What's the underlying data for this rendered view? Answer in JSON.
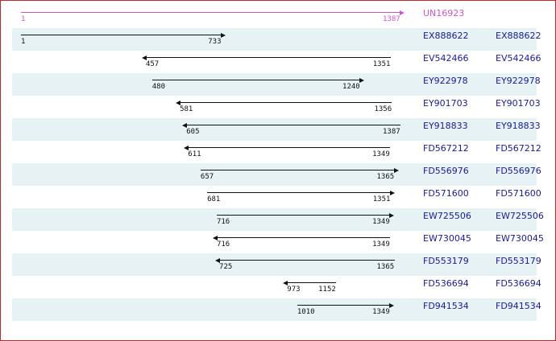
{
  "reference": {
    "accession": "UN16923",
    "start": 1,
    "end": 1387,
    "direction": "right",
    "color": "#cc55cc"
  },
  "scale": {
    "min": 1,
    "max": 1387
  },
  "link_color": "#1a1a9a",
  "alt_row_color": "#e6f2f4",
  "frame_color": "#c0282c",
  "alignments": [
    {
      "accession": "EX888622",
      "link": "EX888622",
      "start": 1,
      "end": 733,
      "direction": "right"
    },
    {
      "accession": "EV542466",
      "link": "EV542466",
      "start": 457,
      "end": 1351,
      "direction": "left"
    },
    {
      "accession": "EY922978",
      "link": "EY922978",
      "start": 480,
      "end": 1240,
      "direction": "right"
    },
    {
      "accession": "EY901703",
      "link": "EY901703",
      "start": 581,
      "end": 1356,
      "direction": "left"
    },
    {
      "accession": "EY918833",
      "link": "EY918833",
      "start": 605,
      "end": 1387,
      "direction": "left"
    },
    {
      "accession": "FD567212",
      "link": "FD567212",
      "start": 611,
      "end": 1349,
      "direction": "left"
    },
    {
      "accession": "FD556976",
      "link": "FD556976",
      "start": 657,
      "end": 1365,
      "direction": "right"
    },
    {
      "accession": "FD571600",
      "link": "FD571600",
      "start": 681,
      "end": 1351,
      "direction": "right"
    },
    {
      "accession": "EW725506",
      "link": "EW725506",
      "start": 716,
      "end": 1349,
      "direction": "right"
    },
    {
      "accession": "EW730045",
      "link": "EW730045",
      "start": 716,
      "end": 1349,
      "direction": "left"
    },
    {
      "accession": "FD553179",
      "link": "FD553179",
      "start": 725,
      "end": 1365,
      "direction": "left"
    },
    {
      "accession": "FD536694",
      "link": "FD536694",
      "start": 973,
      "end": 1152,
      "direction": "left"
    },
    {
      "accession": "FD941534",
      "link": "FD941534",
      "start": 1010,
      "end": 1349,
      "direction": "right"
    }
  ]
}
